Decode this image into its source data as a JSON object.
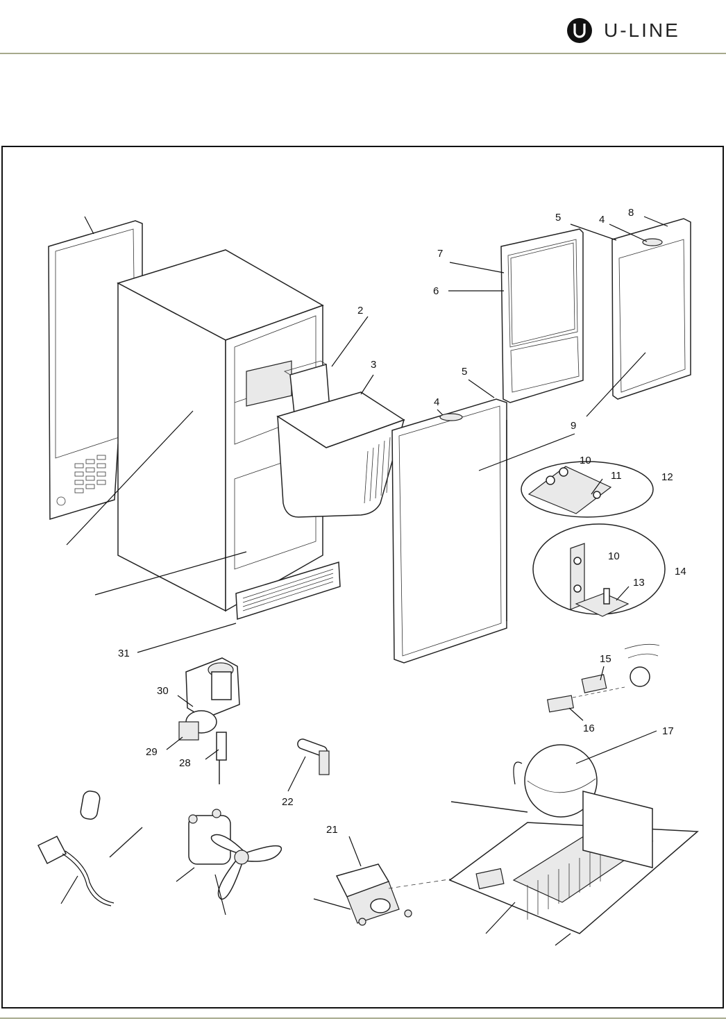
{
  "brand": {
    "name": "U-LINE",
    "logo_icon": "u-line-logo-icon",
    "accent": "#a6a98c"
  },
  "callouts": [
    {
      "id": "c2",
      "text": "2"
    },
    {
      "id": "c3",
      "text": "3"
    },
    {
      "id": "c4a",
      "text": "4"
    },
    {
      "id": "c5a",
      "text": "5"
    },
    {
      "id": "c4b",
      "text": "4"
    },
    {
      "id": "c5b",
      "text": "5"
    },
    {
      "id": "c8",
      "text": "8"
    },
    {
      "id": "c7",
      "text": "7"
    },
    {
      "id": "c6",
      "text": "6"
    },
    {
      "id": "c9",
      "text": "9"
    },
    {
      "id": "c10a",
      "text": "10"
    },
    {
      "id": "c11",
      "text": "11"
    },
    {
      "id": "c12",
      "text": "12"
    },
    {
      "id": "c10b",
      "text": "10"
    },
    {
      "id": "c13",
      "text": "13"
    },
    {
      "id": "c14",
      "text": "14"
    },
    {
      "id": "c15",
      "text": "15"
    },
    {
      "id": "c16",
      "text": "16"
    },
    {
      "id": "c17",
      "text": "17"
    },
    {
      "id": "c31",
      "text": "31"
    },
    {
      "id": "c30",
      "text": "30"
    },
    {
      "id": "c29",
      "text": "29"
    },
    {
      "id": "c28",
      "text": "28"
    },
    {
      "id": "c22",
      "text": "22"
    },
    {
      "id": "c21",
      "text": "21"
    }
  ]
}
